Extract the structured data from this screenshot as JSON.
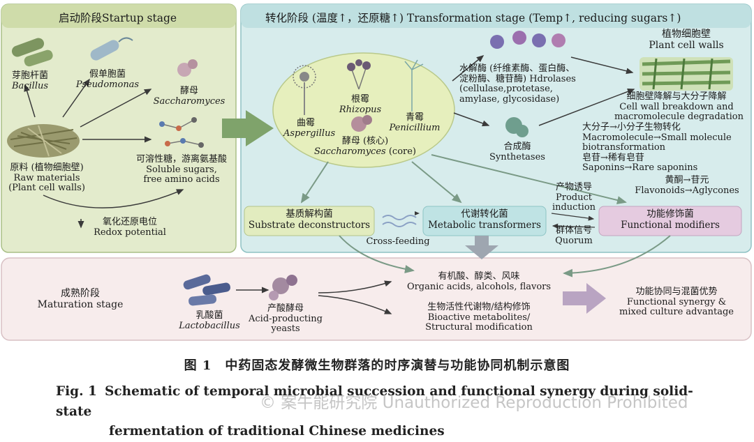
{
  "stages": {
    "startup": "启动阶段Startup stage",
    "transformation": "转化阶段 (温度↑，还原糖↑) Transformation stage (Temp↑, reducing sugars↑)",
    "maturation_zh": "成熟阶段",
    "maturation_en": "Maturation stage"
  },
  "startup": {
    "bacillus_zh": "芽胞杆菌",
    "bacillus_en": "Bacillus",
    "pseudomonas_zh": "假单胞菌",
    "pseudomonas_en": "Pseudomonas",
    "yeast_zh": "酵母",
    "yeast_en": "Saccharomyces",
    "raw_zh": "原料 (植物细胞壁)",
    "raw_en1": "Raw materials",
    "raw_en2": "(Plant cell walls)",
    "sugars_zh": "可溶性糖，游离氨基酸",
    "sugars_en1": "Soluble sugars,",
    "sugars_en2": "free amino acids",
    "redox_zh": "氧化还原电位",
    "redox_en": "Redox potential"
  },
  "transformation": {
    "aspergillus_zh": "曲霉",
    "aspergillus_en": "Aspergillus",
    "rhizopus_zh": "根霉",
    "rhizopus_en": "Rhizopus",
    "penicillium_zh": "青霉",
    "penicillium_en": "Penicillium",
    "sacch_zh": "酵母 (核心)",
    "sacch_en": "Saccharomyces",
    "sacch_core": " (core)",
    "hydrolases_zh1": "水解酶 (纤维素酶、蛋白酶、",
    "hydrolases_zh2": "淀粉酶、糖苷酶) Hdrolases",
    "hydrolases_en1": "(cellulase,protetase,",
    "hydrolases_en2": "amylase, glycosidase)",
    "synthetases_zh": "合成酶",
    "synthetases_en": "Synthetases",
    "cellwall_zh": "植物细胞壁",
    "cellwall_en": "Plant cell walls",
    "breakdown_zh": "细胞壁降解与大分子降解",
    "breakdown_en1": "Cell wall breakdown and",
    "breakdown_en2": "macromolecule degradation",
    "biotrans_zh": "大分子→小分子生物转化",
    "biotrans_en1": "Macromolecule→Small molecule",
    "biotrans_en2": "biotransformation",
    "saponin_zh": "皂苷→稀有皂苷",
    "saponin_en": "Saponins→Rare saponins",
    "flavonoid_zh": "黄酮→苷元",
    "flavonoid_en": "Flavonoids→Aglycones",
    "substrate_zh": "基质解构菌",
    "substrate_en": "Substrate deconstructors",
    "metabolic_zh": "代谢转化菌",
    "metabolic_en": "Metabolic transformers",
    "functional_zh": "功能修饰菌",
    "functional_en": "Functional modifiers",
    "crossfeeding": "Cross-feeding",
    "product_zh": "产物诱导",
    "product_en1": "Product",
    "product_en2": "induction",
    "quorum_zh": "群体信号",
    "quorum_en": "Quorum"
  },
  "maturation": {
    "lacto_zh": "乳酸菌",
    "lacto_en": "Lactobacillus",
    "acidyeast_zh": "产酸酵母",
    "acidyeast_en1": "Acid-producting",
    "acidyeast_en2": "yeasts",
    "organic_zh": "有机酸、醇类、风味",
    "organic_en": "Organic acids, alcohols, flavors",
    "bioactive_zh": "生物活性代谢物/结构修饰",
    "bioactive_en1": "Bioactive metabolites/",
    "bioactive_en2": "Structural modification",
    "synergy_zh": "功能协同与混菌优势",
    "synergy_en1": "Functional synergy &",
    "synergy_en2": "mixed culture advantage"
  },
  "caption": {
    "zh": "图 1　中药固态发酵微生物群落的时序演替与功能协同机制示意图",
    "label": "Fig. 1",
    "en1": "Schematic of temporal microbial succession and functional synergy during solid-state",
    "en2": "fermentation of traditional Chinese medicines"
  },
  "watermark": "© 案牛能研究院 Unauthorized Reproduction Prohibited",
  "colors": {
    "startup_bg": "#e3ebcc",
    "transform_bg": "#d7ecec",
    "maturation_bg": "#f7ecec",
    "arrow": "#3a3a3a",
    "big_arrow": "#7fa36b"
  }
}
